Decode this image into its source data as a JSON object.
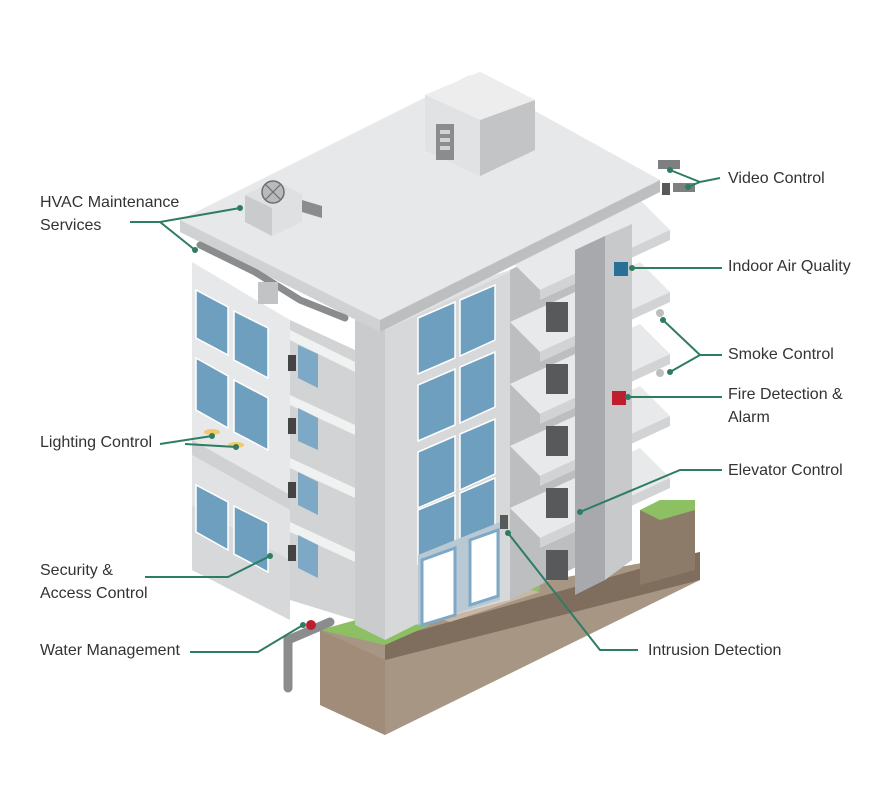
{
  "labels": {
    "video_control": "Video Control",
    "indoor_air_quality": "Indoor Air Quality",
    "smoke_control": "Smoke Control",
    "fire_detection_line1": "Fire Detection &",
    "fire_detection_line2": "Alarm",
    "elevator_control": "Elevator Control",
    "intrusion_detection": "Intrusion Detection",
    "hvac_line1": "HVAC Maintenance",
    "hvac_line2": "Services",
    "lighting_control": "Lighting Control",
    "security_line1": "Security &",
    "security_line2": "Access Control",
    "water_management": "Water Management"
  },
  "colors": {
    "leader_line": "#2e7d62",
    "label_text": "#333333",
    "wall_light": "#e7e8e9",
    "wall_mid": "#d1d3d4",
    "wall_dark": "#a7a9ac",
    "glass": "#6e9fbf",
    "grass": "#8dc063",
    "soil": "#8b7a68"
  }
}
